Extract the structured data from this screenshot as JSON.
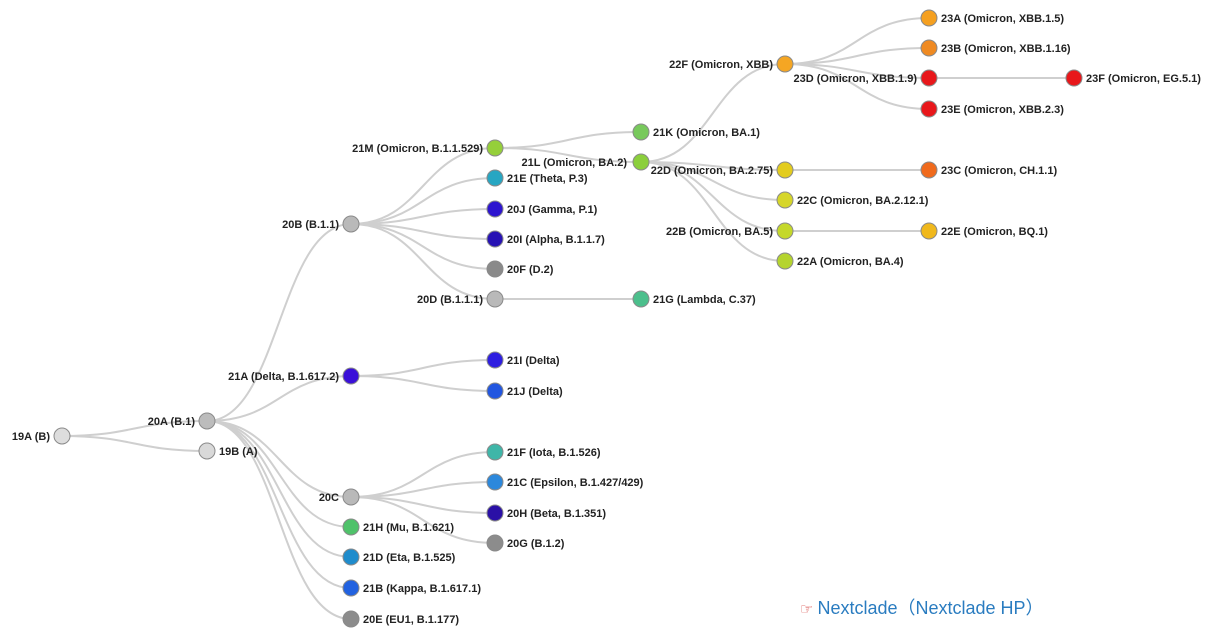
{
  "credit": {
    "icon": "pointing-hand-icon",
    "text": "Nextclade（Nextclade HP）"
  },
  "nodes": [
    {
      "id": "19A",
      "label": "19A (B)",
      "color": "#dddddd"
    },
    {
      "id": "20A",
      "label": "20A (B.1)",
      "color": "#bcbcbc"
    },
    {
      "id": "19B",
      "label": "19B (A)",
      "color": "#d9d9d9"
    },
    {
      "id": "20B",
      "label": "20B (B.1.1)",
      "color": "#b9b9b9"
    },
    {
      "id": "21A",
      "label": "21A (Delta, B.1.617.2)",
      "color": "#3a10d8"
    },
    {
      "id": "20C",
      "label": "20C",
      "color": "#b9b9b9"
    },
    {
      "id": "21H",
      "label": "21H (Mu, B.1.621)",
      "color": "#4fc26a"
    },
    {
      "id": "21D",
      "label": "21D (Eta, B.1.525)",
      "color": "#1f8ccc"
    },
    {
      "id": "21B",
      "label": "21B (Kappa, B.1.617.1)",
      "color": "#2262e0"
    },
    {
      "id": "20E",
      "label": "20E (EU1, B.1.177)",
      "color": "#8c8c8c"
    },
    {
      "id": "21M",
      "label": "21M (Omicron, B.1.1.529)",
      "color": "#95cf3a"
    },
    {
      "id": "21E",
      "label": "21E (Theta, P.3)",
      "color": "#27a6c2"
    },
    {
      "id": "20J",
      "label": "20J (Gamma, P.1)",
      "color": "#2d14cf"
    },
    {
      "id": "20I",
      "label": "20I (Alpha, B.1.1.7)",
      "color": "#2712b4"
    },
    {
      "id": "20F",
      "label": "20F (D.2)",
      "color": "#8a8a8a"
    },
    {
      "id": "20D",
      "label": "20D (B.1.1.1)",
      "color": "#b9b9b9"
    },
    {
      "id": "21G",
      "label": "21G (Lambda, C.37)",
      "color": "#4cbf8c"
    },
    {
      "id": "21I",
      "label": "21I (Delta)",
      "color": "#2e1ee0"
    },
    {
      "id": "21J",
      "label": "21J (Delta)",
      "color": "#2256e0"
    },
    {
      "id": "21F",
      "label": "21F (Iota, B.1.526)",
      "color": "#3fb6a8"
    },
    {
      "id": "21C",
      "label": "21C (Epsilon, B.1.427/429)",
      "color": "#2c88dc"
    },
    {
      "id": "20H",
      "label": "20H (Beta, B.1.351)",
      "color": "#2a10a6"
    },
    {
      "id": "20G",
      "label": "20G (B.1.2)",
      "color": "#8c8c8c"
    },
    {
      "id": "21K",
      "label": "21K (Omicron, BA.1)",
      "color": "#78c95c"
    },
    {
      "id": "21L",
      "label": "21L (Omicron, BA.2)",
      "color": "#8bcf3c"
    },
    {
      "id": "22F",
      "label": "22F (Omicron, XBB)",
      "color": "#f5a623"
    },
    {
      "id": "22D",
      "label": "22D (Omicron, BA.2.75)",
      "color": "#e3cc1e"
    },
    {
      "id": "22C",
      "label": "22C (Omicron, BA.2.12.1)",
      "color": "#d6d62a"
    },
    {
      "id": "22B",
      "label": "22B (Omicron, BA.5)",
      "color": "#c5d82a"
    },
    {
      "id": "22A",
      "label": "22A (Omicron, BA.4)",
      "color": "#b5d42e"
    },
    {
      "id": "23A",
      "label": "23A (Omicron, XBB.1.5)",
      "color": "#f5a020"
    },
    {
      "id": "23B",
      "label": "23B (Omicron, XBB.1.16)",
      "color": "#ef8a22"
    },
    {
      "id": "23D",
      "label": "23D (Omicron, XBB.1.9)",
      "color": "#e8171b"
    },
    {
      "id": "23E",
      "label": "23E (Omicron, XBB.2.3)",
      "color": "#e8171b"
    },
    {
      "id": "23F",
      "label": "23F (Omicron, EG.5.1)",
      "color": "#e8171b"
    },
    {
      "id": "23C",
      "label": "23C (Omicron, CH.1.1)",
      "color": "#f06a1c"
    },
    {
      "id": "22E",
      "label": "22E (Omicron, BQ.1)",
      "color": "#f0b81c"
    }
  ],
  "edges": [
    [
      "19A",
      "20A"
    ],
    [
      "19A",
      "19B"
    ],
    [
      "20A",
      "20B"
    ],
    [
      "20A",
      "21A"
    ],
    [
      "20A",
      "20C"
    ],
    [
      "20A",
      "21H"
    ],
    [
      "20A",
      "21D"
    ],
    [
      "20A",
      "21B"
    ],
    [
      "20A",
      "20E"
    ],
    [
      "20B",
      "21M"
    ],
    [
      "20B",
      "21E"
    ],
    [
      "20B",
      "20J"
    ],
    [
      "20B",
      "20I"
    ],
    [
      "20B",
      "20F"
    ],
    [
      "20B",
      "20D"
    ],
    [
      "20D",
      "21G"
    ],
    [
      "21A",
      "21I"
    ],
    [
      "21A",
      "21J"
    ],
    [
      "20C",
      "21F"
    ],
    [
      "20C",
      "21C"
    ],
    [
      "20C",
      "20H"
    ],
    [
      "20C",
      "20G"
    ],
    [
      "21M",
      "21K"
    ],
    [
      "21M",
      "21L"
    ],
    [
      "21L",
      "22F"
    ],
    [
      "21L",
      "22D"
    ],
    [
      "21L",
      "22C"
    ],
    [
      "21L",
      "22B"
    ],
    [
      "21L",
      "22A"
    ],
    [
      "22F",
      "23A"
    ],
    [
      "22F",
      "23B"
    ],
    [
      "22F",
      "23D"
    ],
    [
      "22F",
      "23E"
    ],
    [
      "23D",
      "23F"
    ],
    [
      "22D",
      "23C"
    ],
    [
      "22B",
      "22E"
    ]
  ]
}
